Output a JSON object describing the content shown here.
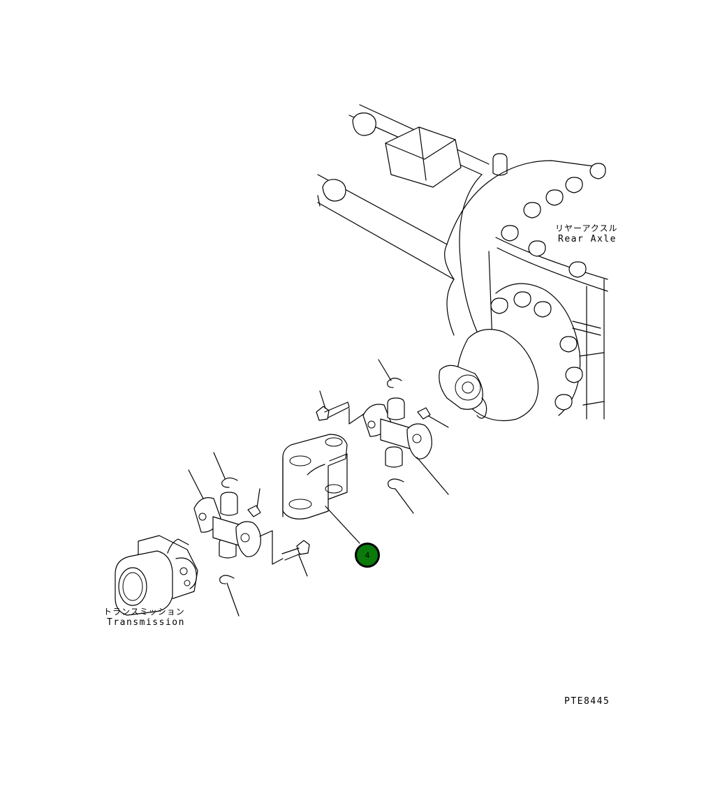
{
  "labels": {
    "rear_axle_jp": "リヤーアクスル",
    "rear_axle_en": "Rear Axle",
    "transmission_jp": "トランスミッション",
    "transmission_en": "Transmission",
    "figure_code": "PTE8445"
  },
  "callouts": [
    {
      "number": "4",
      "color": "#0a7a0a"
    }
  ]
}
